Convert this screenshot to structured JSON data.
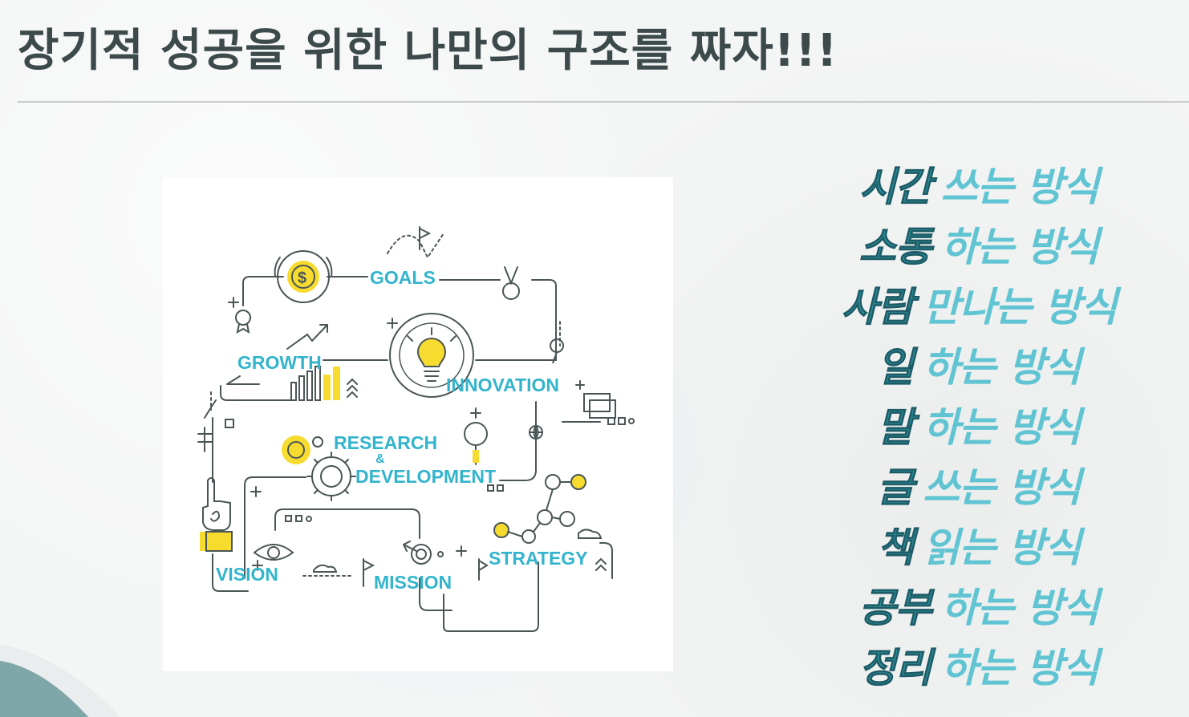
{
  "slide": {
    "title": "장기적 성공을 위한 나만의 구조를 짜자!!!"
  },
  "diagram": {
    "labels": {
      "goals": "GOALS",
      "growth": "GROWTH",
      "innovation": "INNOVATION",
      "research": "RESEARCH",
      "amp": "&",
      "development": "DEVELOPMENT",
      "vision": "VISION",
      "mission": "MISSION",
      "strategy": "STRATEGY"
    },
    "colors": {
      "accent": "#32b4cc",
      "yellow": "#f7dc2f",
      "line": "#4a5556"
    }
  },
  "list": {
    "colors": {
      "keyword": "#2c8c99",
      "rest": "#60c4d2"
    },
    "items": [
      {
        "keyword": "시간",
        "rest": "쓰는 방식"
      },
      {
        "keyword": "소통",
        "rest": "하는 방식"
      },
      {
        "keyword": "사람",
        "rest": "만나는 방식"
      },
      {
        "keyword": "일",
        "rest": "하는 방식"
      },
      {
        "keyword": "말",
        "rest": "하는 방식"
      },
      {
        "keyword": "글",
        "rest": "쓰는 방식"
      },
      {
        "keyword": "책",
        "rest": "읽는 방식"
      },
      {
        "keyword": "공부",
        "rest": "하는 방식"
      },
      {
        "keyword": "정리",
        "rest": "하는 방식"
      }
    ]
  }
}
